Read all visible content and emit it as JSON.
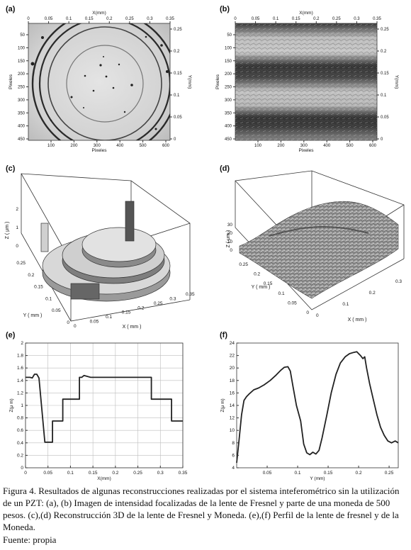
{
  "panels": {
    "a": {
      "label": "(a)",
      "xtop_label": "X(mm)",
      "xtop_ticks": [
        "0",
        "0.05",
        "0.1",
        "0.15",
        "0.2",
        "0.25",
        "0.3",
        "0.35"
      ],
      "yright_label": "Y(mm)",
      "yright_ticks": [
        "0.25",
        "0.2",
        "0.15",
        "0.1",
        "0.05",
        "0"
      ],
      "yleft_label": "Pixeles",
      "yleft_ticks": [
        "50",
        "100",
        "150",
        "200",
        "250",
        "300",
        "350",
        "400",
        "450"
      ],
      "xbottom_label": "Pixeles",
      "xbottom_ticks": [
        "100",
        "200",
        "300",
        "400",
        "500",
        "600"
      ]
    },
    "b": {
      "label": "(b)",
      "xtop_label": "X(mm)",
      "xtop_ticks": [
        "0",
        "0.05",
        "0.1",
        "0.15",
        "0.2",
        "0.25",
        "0.3",
        "0.35"
      ],
      "yright_label": "Y(mm)",
      "yright_ticks": [
        "0.25",
        "0.2",
        "0.15",
        "0.1",
        "0.05",
        "0"
      ],
      "yleft_label": "Pixeles",
      "yleft_ticks": [
        "50",
        "100",
        "150",
        "200",
        "250",
        "300",
        "350",
        "400",
        "450"
      ],
      "xbottom_label": "Pixeles",
      "xbottom_ticks": [
        "100",
        "200",
        "300",
        "400",
        "500",
        "600"
      ]
    },
    "c": {
      "label": "(c)",
      "zlabel": "Z ( μm )",
      "zticks": [
        "0",
        "1",
        "2"
      ],
      "ylabel": "Y ( mm )",
      "yticks": [
        "0",
        "0.05",
        "0.1",
        "0.15",
        "0.2",
        "0.25"
      ],
      "xlabel": "X ( mm )",
      "xticks": [
        "0",
        "0.05",
        "0.1",
        "0.15",
        "0.2",
        "0.25",
        "0.3",
        "0.35"
      ]
    },
    "d": {
      "label": "(d)",
      "zlabel": "Z ( μm )",
      "zticks": [
        "0",
        "10",
        "20",
        "30"
      ],
      "ylabel": "Y ( mm )",
      "yticks": [
        "0",
        "0.05",
        "0.1",
        "0.15",
        "0.2",
        "0.25"
      ],
      "xlabel": "X ( mm )",
      "xticks": [
        "0",
        "0.1",
        "0.2",
        "0.3"
      ]
    },
    "e": {
      "label": "(e)"
    },
    "f": {
      "label": "(f)"
    }
  },
  "chart_data": [
    {
      "panel": "e",
      "type": "line",
      "xlabel": "X(mm)",
      "ylabel": "Z(μ m)",
      "xlim": [
        0,
        0.35
      ],
      "ylim": [
        0,
        2
      ],
      "xticks": [
        0,
        0.05,
        0.1,
        0.15,
        0.2,
        0.25,
        0.3,
        0.35
      ],
      "xticklabels": [
        "0",
        "0.05",
        "0.1",
        "0.15",
        "0.2",
        "0.25",
        "0.3",
        "0.35"
      ],
      "yticks": [
        0,
        0.2,
        0.4,
        0.6,
        0.8,
        1,
        1.2,
        1.4,
        1.6,
        1.8,
        2
      ],
      "yticklabels": [
        "0",
        "0.2",
        "0.4",
        "0.6",
        "0.8",
        "1",
        "1.2",
        "1.4",
        "1.6",
        "1.8",
        "2"
      ],
      "grid": true,
      "x": [
        0.0,
        0.01,
        0.015,
        0.02,
        0.025,
        0.03,
        0.043,
        0.043,
        0.06,
        0.06,
        0.083,
        0.083,
        0.12,
        0.12,
        0.125,
        0.13,
        0.145,
        0.28,
        0.28,
        0.325,
        0.325,
        0.35
      ],
      "y": [
        1.45,
        1.45,
        1.44,
        1.5,
        1.5,
        1.44,
        0.41,
        0.41,
        0.41,
        0.75,
        0.75,
        1.1,
        1.1,
        1.45,
        1.45,
        1.48,
        1.45,
        1.45,
        1.1,
        1.1,
        0.75,
        0.75
      ]
    },
    {
      "panel": "f",
      "type": "line",
      "xlabel": "Y (mm)",
      "ylabel": "Z(μ m)",
      "xlim": [
        0,
        0.265
      ],
      "ylim": [
        4,
        24
      ],
      "xticks": [
        0.05,
        0.1,
        0.15,
        0.2,
        0.25
      ],
      "xticklabels": [
        "0.05",
        "0.1",
        "0.15",
        "0.2",
        "0.25"
      ],
      "yticks": [
        4,
        6,
        8,
        10,
        12,
        14,
        16,
        18,
        20,
        22,
        24
      ],
      "yticklabels": [
        "4",
        "6",
        "8",
        "10",
        "12",
        "14",
        "16",
        "18",
        "20",
        "22",
        "24"
      ],
      "grid": false,
      "x": [
        0.0,
        0.004,
        0.008,
        0.012,
        0.016,
        0.02,
        0.028,
        0.036,
        0.045,
        0.055,
        0.065,
        0.072,
        0.078,
        0.084,
        0.088,
        0.092,
        0.098,
        0.105,
        0.11,
        0.115,
        0.12,
        0.125,
        0.13,
        0.135,
        0.14,
        0.148,
        0.155,
        0.163,
        0.17,
        0.178,
        0.185,
        0.192,
        0.197,
        0.2,
        0.203,
        0.207,
        0.21,
        0.213,
        0.218,
        0.224,
        0.23,
        0.236,
        0.242,
        0.248,
        0.254,
        0.26,
        0.265
      ],
      "y": [
        4.8,
        8.5,
        12.5,
        14.8,
        15.4,
        15.8,
        16.5,
        16.8,
        17.3,
        18.0,
        18.9,
        19.6,
        20.1,
        20.2,
        19.5,
        17.2,
        14.0,
        11.5,
        7.8,
        6.4,
        6.1,
        6.5,
        6.2,
        6.8,
        8.8,
        12.5,
        16.0,
        19.0,
        20.8,
        21.8,
        22.3,
        22.5,
        22.6,
        22.3,
        22.0,
        21.5,
        21.8,
        20.0,
        17.5,
        15.0,
        12.5,
        10.5,
        9.2,
        8.3,
        8.0,
        8.3,
        8.0
      ]
    }
  ],
  "caption": {
    "text": "Figura 4. Resultados de algunas reconstrucciones  realizadas por el sistema inteferométrico sin la utilización de un PZT: (a), (b) Imagen de intensidad focalizadas de la lente de Fresnel y parte de una moneda de 500 pesos. (c),(d) Reconstrucción 3D de la lente de Fresnel y Moneda. (e),(f) Perfil de la lente de fresnel y de la Moneda.",
    "source": "Fuente: propia"
  }
}
